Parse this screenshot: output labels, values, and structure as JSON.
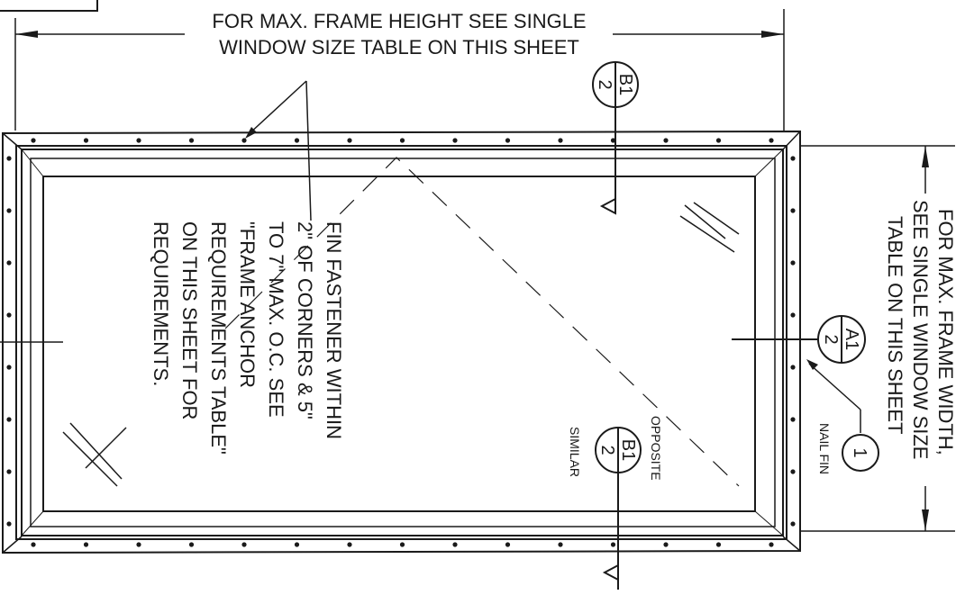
{
  "top_note": {
    "line1": "FOR MAX. FRAME HEIGHT SEE SINGLE",
    "line2": "WINDOW SIZE TABLE ON THIS SHEET"
  },
  "right_note": {
    "line1": "FOR MAX. FRAME WIDTH,",
    "line2": "SEE SINGLE WINDOW SIZE",
    "line3": "TABLE ON THIS SHEET"
  },
  "fastener_note": {
    "line1": "FIN FASTENER WITHIN",
    "line2": "2\" OF CORNERS & 5\"",
    "line3": "TO 7\" MAX. O.C.  SEE",
    "line4": "\"FRAME ANCHOR",
    "line5": "REQUIREMENTS TABLE\"",
    "line6": "ON THIS SHEET FOR",
    "line7": "REQUIREMENTS."
  },
  "callouts": {
    "top_section": {
      "top": "B1",
      "bottom": "2"
    },
    "side_section": {
      "top": "A1",
      "bottom": "2"
    },
    "bottom_section": {
      "top": "B1",
      "bottom": "2"
    },
    "bottom_opposite": "OPPOSITE",
    "bottom_similar": "SIMILAR",
    "nail_fin_number": "1",
    "nail_fin_label": "NAIL FIN"
  }
}
